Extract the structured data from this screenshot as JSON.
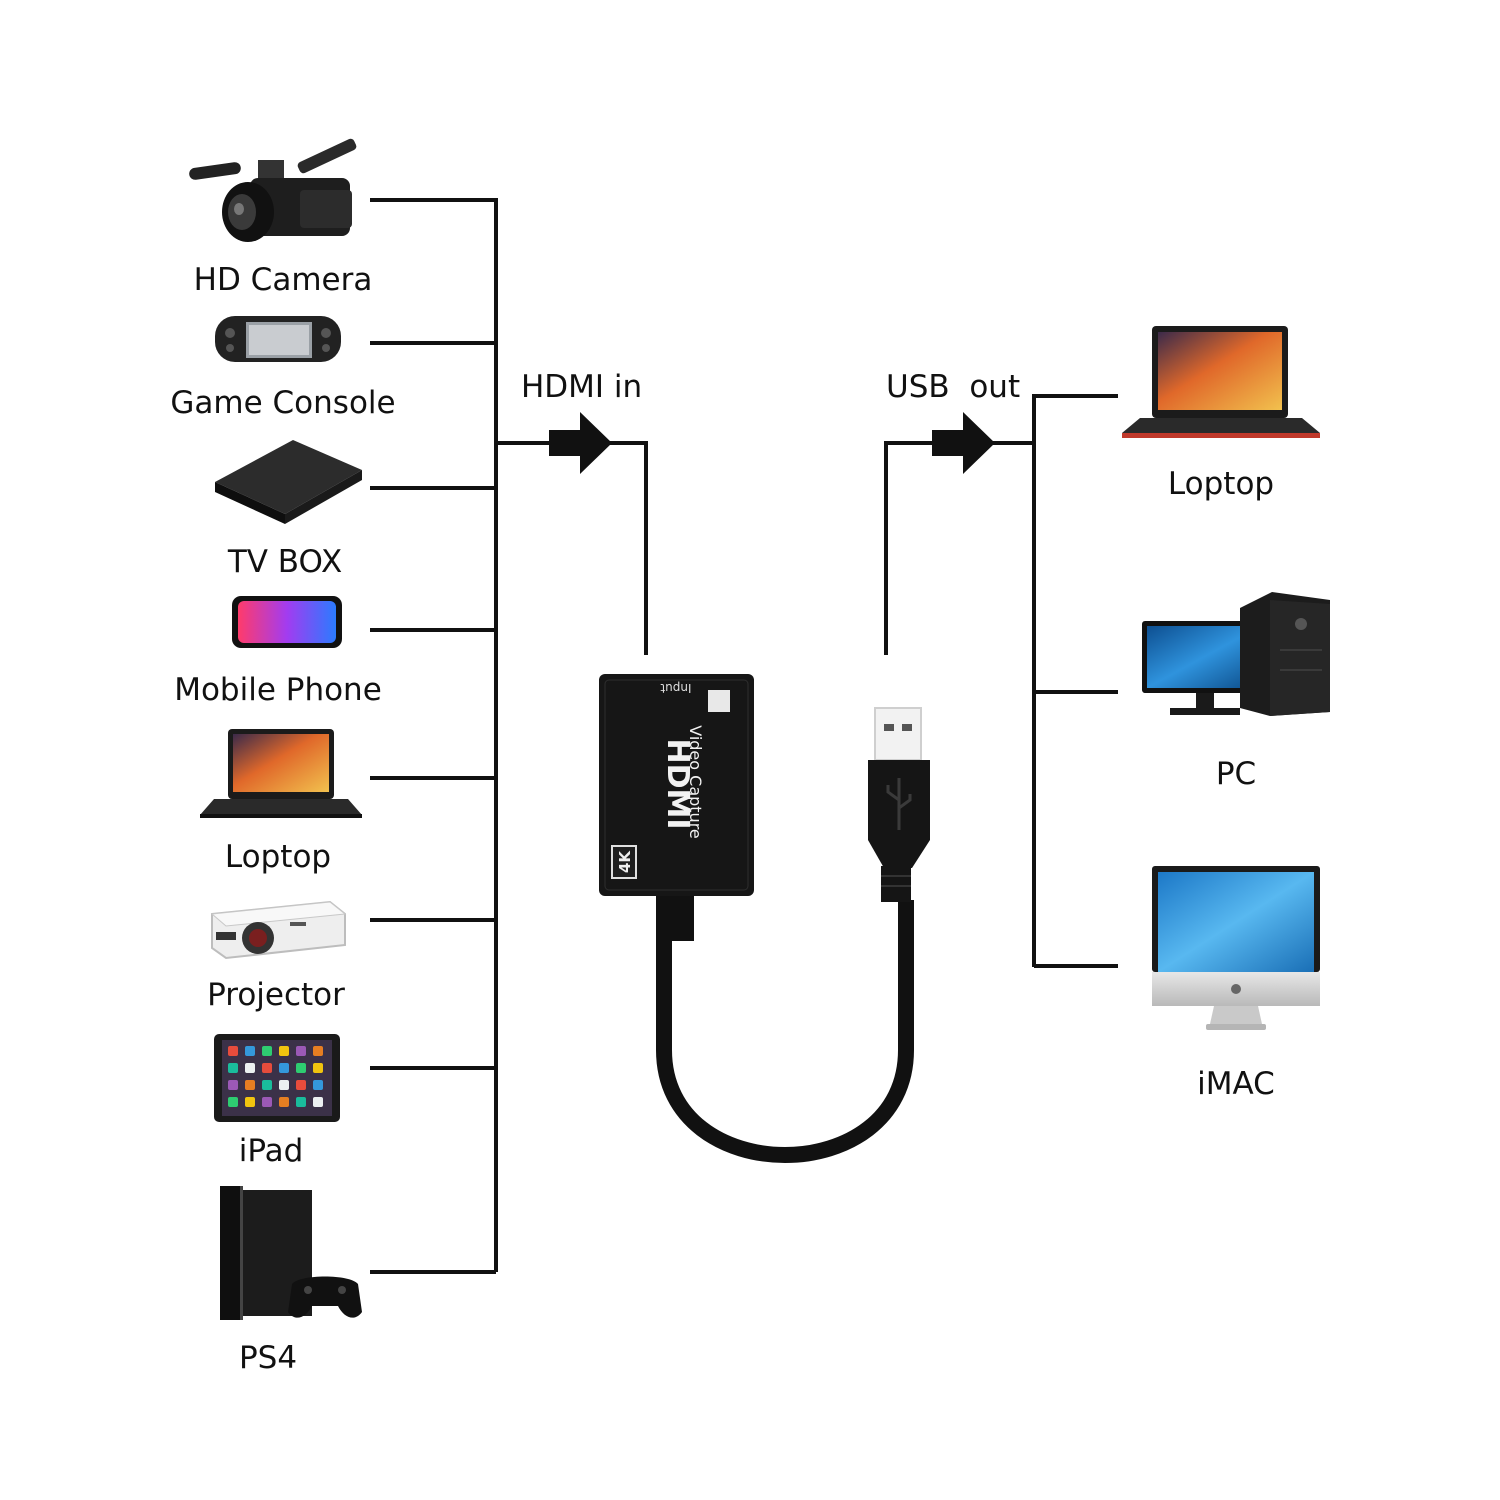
{
  "inputs": {
    "hd_camera": "HD Camera",
    "game_console": "Game Console",
    "tv_box": "TV BOX",
    "mobile_phone": "Mobile Phone",
    "laptop": "Loptop",
    "projector": "Projector",
    "ipad": "iPad",
    "ps4": "PS4"
  },
  "outputs": {
    "laptop": "Loptop",
    "pc": "PC",
    "imac": "iMAC"
  },
  "flow": {
    "hdmi_in": "HDMI in",
    "usb_out": "USB  out"
  },
  "device": {
    "port_label": "Input",
    "brand": "HDMI",
    "product": "Video Capture",
    "badge": "4K"
  },
  "colors": {
    "line": "#111111",
    "device_body": "#161616",
    "screen_blue": "#1f7fc4",
    "screen_warm": "#e0682a"
  }
}
